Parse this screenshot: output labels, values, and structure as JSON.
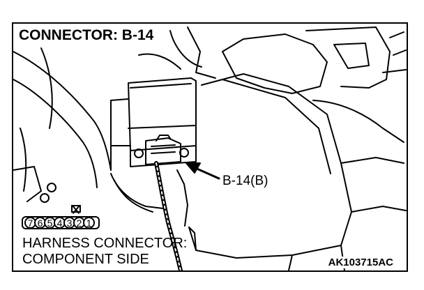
{
  "title": "CONNECTOR: B-14",
  "callout_label": "B-14(B)",
  "harness_line1": "HARNESS CONNECTOR:",
  "harness_line2": "COMPONENT SIDE",
  "figure_code": "AK103715AC",
  "pins": [
    "7",
    "6",
    "5",
    "4",
    "3",
    "2",
    "1"
  ],
  "colors": {
    "ink": "#000000",
    "paper": "#ffffff"
  }
}
